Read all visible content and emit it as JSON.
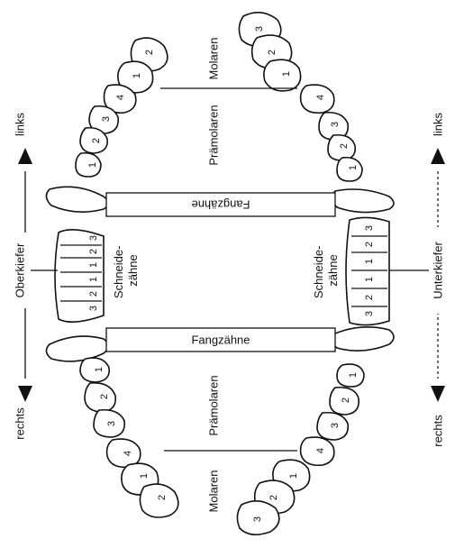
{
  "diagram": {
    "labels": {
      "molars": "Molaren",
      "premolars": "Prämolaren",
      "canines": "Fangzähne",
      "incisors": "Schneide-\nzähne"
    },
    "directions": {
      "left": "links",
      "right": "rechts",
      "upper_jaw": "Oberkiefer",
      "lower_jaw": "Unterkiefer"
    },
    "tooth_numbers": {
      "incisors": [
        "3",
        "2",
        "1",
        "1",
        "2",
        "3"
      ],
      "premolars": [
        "1",
        "2"
      ],
      "molars": [
        "3",
        "2",
        "1"
      ],
      "premolar_group": [
        "1",
        "2",
        "3",
        "4"
      ],
      "molar_group": [
        "1",
        "2",
        "3"
      ]
    }
  }
}
